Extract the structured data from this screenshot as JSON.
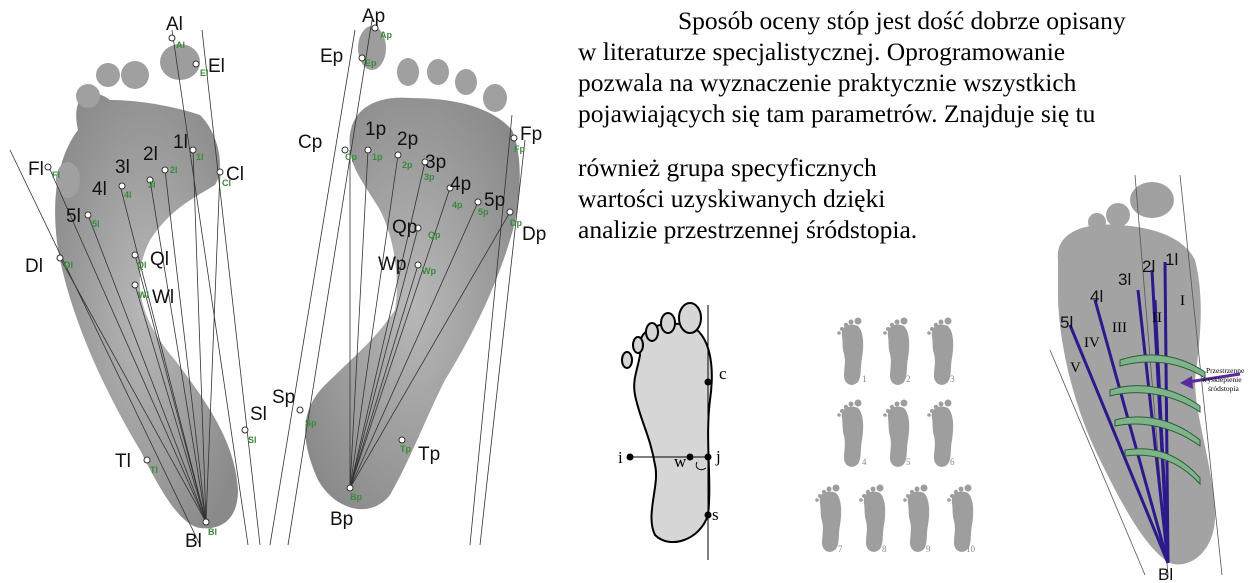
{
  "paragraph": {
    "line1": "Sposób oceny stóp jest dość dobrze opisany",
    "line2": "w literaturze specjalistycznej. Oprogramowanie",
    "line3": "pozwala na wyznaczenie praktycznie wszystkich",
    "line4": "pojawiających się tam parametrów. Znajduje się tu",
    "line5": "również grupa specyficznych",
    "line6": "wartości uzyskiwanych dzięki",
    "line7": "analizie przestrzennej śródstopia."
  },
  "left_foot": {
    "labels": [
      "Al",
      "El",
      "Fl",
      "Cl",
      "1l",
      "2l",
      "3l",
      "4l",
      "5l",
      "Dl",
      "Ql",
      "Wl",
      "Sl",
      "Tl",
      "Bl"
    ]
  },
  "right_foot": {
    "labels": [
      "Ap",
      "Ep",
      "Cp",
      "1p",
      "2p",
      "3p",
      "4p",
      "5p",
      "Fp",
      "Dp",
      "Qp",
      "Wp",
      "Sp",
      "Tp",
      "Bp"
    ]
  },
  "outline_foot": {
    "labels": [
      "c",
      "i",
      "w",
      "j",
      "s"
    ]
  },
  "footprint_grid": {
    "numbers": [
      "1",
      "2",
      "3",
      "4",
      "5",
      "6",
      "7",
      "8",
      "9",
      "10"
    ]
  },
  "spatial_foot": {
    "labels": [
      "1l",
      "2l",
      "3l",
      "4l",
      "5l",
      "Bl"
    ],
    "roman": [
      "I",
      "II",
      "III",
      "IV",
      "V"
    ],
    "annotation_lines": [
      "Przestrzenne",
      "wysklepienie",
      "śródstopia"
    ]
  },
  "colors": {
    "foot_gray": "#9a9a9a",
    "label_green": "#3b8a3b",
    "ray_blue": "#2a1a8a",
    "arrow_purple": "#5a2aa0"
  }
}
